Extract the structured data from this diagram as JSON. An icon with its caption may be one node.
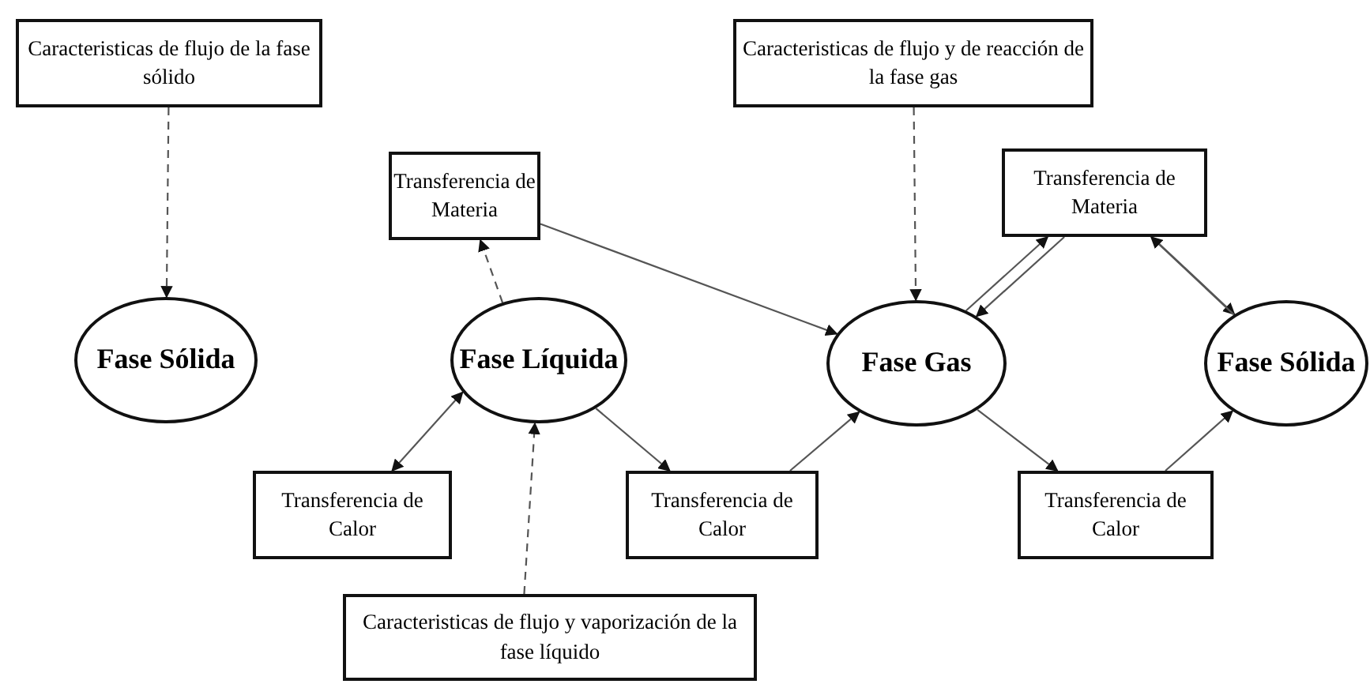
{
  "diagram": {
    "nodes": [
      {
        "text": [
          "Caracteristicas de flujo de la fase sólido"
        ]
      },
      {
        "text": [
          "Caracteristicas de flujo y de reacción de la fase gas"
        ]
      },
      {
        "text": [
          "Transferencia de Materia"
        ]
      },
      {
        "text": [
          "Transferencia de Materia"
        ]
      },
      {
        "text": [
          "Fase Sólida"
        ]
      },
      {
        "text": [
          "Fase Líquida"
        ]
      },
      {
        "text": [
          "Fase Gas"
        ]
      },
      {
        "text": [
          "Fase Sólida"
        ]
      },
      {
        "text": [
          "Transferencia de Calor"
        ]
      },
      {
        "text": [
          "Transferencia de Calor"
        ]
      },
      {
        "text": [
          "Transferencia de Calor"
        ]
      },
      {
        "text": [
          "Caracteristicas de flujo y vaporización de la fase líquido"
        ]
      }
    ],
    "edges": [
      {
        "from": 0,
        "to": 4,
        "arrow": "to",
        "style": "dashed"
      },
      {
        "from": 1,
        "to": 6,
        "arrow": "to",
        "style": "dashed"
      },
      {
        "from": 11,
        "to": 5,
        "arrow": "to",
        "style": "dashed"
      },
      {
        "from": 5,
        "to": 2,
        "arrow": "to",
        "style": "dashed"
      },
      {
        "from": 2,
        "to": 6,
        "arrow": "to"
      },
      {
        "from": 5,
        "to": 8,
        "arrow": "both"
      },
      {
        "from": 5,
        "to": 9,
        "arrow": "to"
      },
      {
        "from": 9,
        "to": 6,
        "arrow": "to"
      },
      {
        "from": 6,
        "to": 3,
        "arrow": "to"
      },
      {
        "from": 3,
        "to": 6,
        "arrow": "to"
      },
      {
        "from": 3,
        "to": 7,
        "arrow": "to"
      },
      {
        "from": 7,
        "to": 3,
        "arrow": "to"
      },
      {
        "from": 6,
        "to": 10,
        "arrow": "to"
      },
      {
        "from": 10,
        "to": 7,
        "arrow": "to"
      }
    ]
  }
}
